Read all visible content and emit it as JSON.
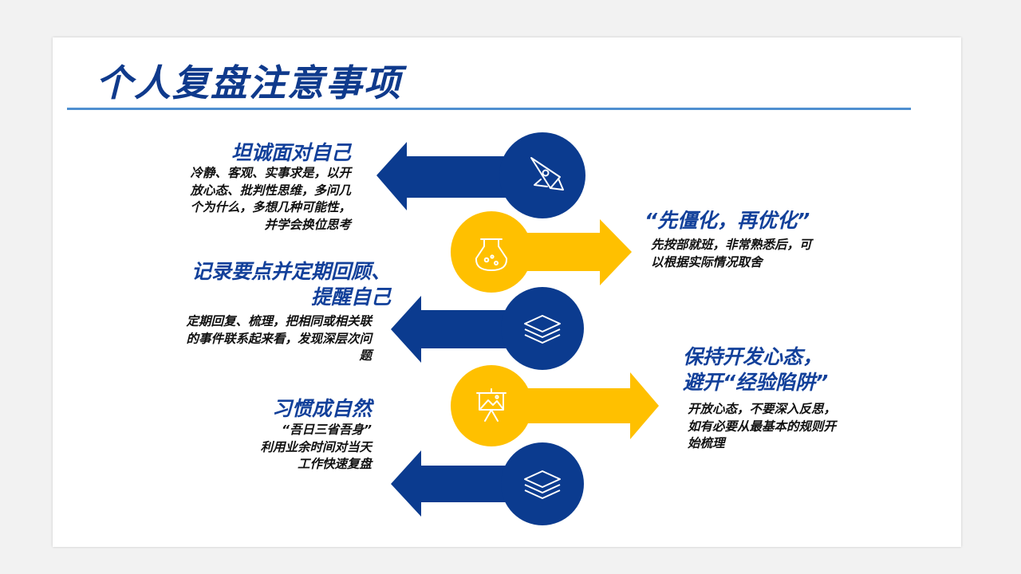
{
  "slide": {
    "title": "个人复盘注意事项"
  },
  "colors": {
    "navy": "#0b3b8f",
    "yellow": "#ffc000",
    "heading": "#12409a",
    "rule": "#4f8fd0"
  },
  "items": [
    {
      "direction": "left",
      "color": "navy",
      "icon": "rocket-icon",
      "heading": [
        "坦诚面对自己"
      ],
      "body": [
        "冷静、客观、实事求是，以开",
        "放心态、批判性思维，多问几",
        "个为什么，多想几种可能性，",
        "并学会换位思考"
      ]
    },
    {
      "direction": "right",
      "color": "yellow",
      "icon": "flask-icon",
      "heading": [
        "“先僵化，再优化”"
      ],
      "body": [
        "先按部就班，非常熟悉后，可",
        "以根据实际情况取舍"
      ]
    },
    {
      "direction": "left",
      "color": "navy",
      "icon": "layers-icon",
      "heading": [
        "记录要点并定期回顾、",
        "提醒自己"
      ],
      "body": [
        "定期回复、梳理，把相同或相关联",
        "的事件联系起来看，发现深层次问",
        "题"
      ]
    },
    {
      "direction": "right",
      "color": "yellow",
      "icon": "presentation-icon",
      "heading": [
        "保持开发心态，",
        "避开“经验陷阱”"
      ],
      "body": [
        "开放心态，不要深入反思，",
        "如有必要从最基本的规则开",
        "始梳理"
      ]
    },
    {
      "direction": "left",
      "color": "navy",
      "icon": "layers-icon",
      "heading": [
        "习惯成自然"
      ],
      "body": [
        "“吾日三省吾身”",
        "利用业余时间对当天",
        "工作快速复盘"
      ]
    }
  ]
}
